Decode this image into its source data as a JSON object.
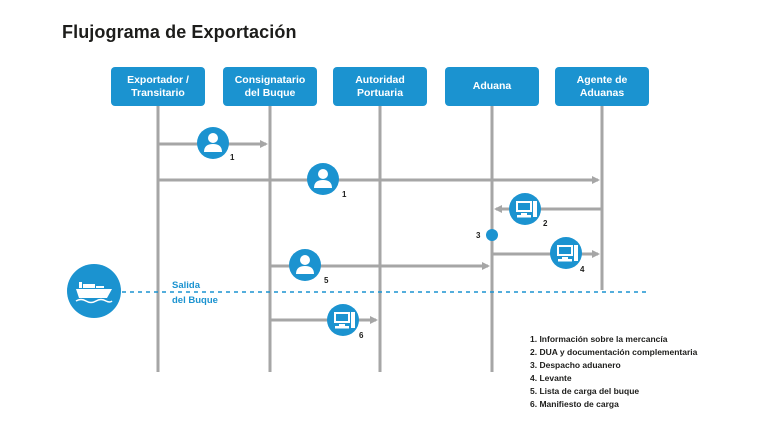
{
  "title": "Flujograma de Exportación",
  "actors": [
    {
      "label": "Exportador /\nTransitario"
    },
    {
      "label": "Consignatario\ndel Buque"
    },
    {
      "label": "Autoridad\nPortuaria"
    },
    {
      "label": "Aduana"
    },
    {
      "label": "Agente de\nAduanas"
    }
  ],
  "step_numbers": {
    "s1a": "1",
    "s1b": "1",
    "s2": "2",
    "s3": "3",
    "s4": "4",
    "s5": "5",
    "s6": "6"
  },
  "departure_label": "Salida\ndel Buque",
  "legend": [
    "1. Información sobre la mercancía",
    "2. DUA y documentación complementaria",
    "3. Despacho aduanero",
    "4. Levante",
    "5. Lista de carga del buque",
    "6. Manifiesto de carga"
  ],
  "colors": {
    "accent": "#1b93d0",
    "line": "#a6a6a6",
    "text": "#1d1d1b"
  },
  "icons": {
    "person": "person-icon",
    "computer": "computer-icon",
    "ship": "ship-icon"
  }
}
